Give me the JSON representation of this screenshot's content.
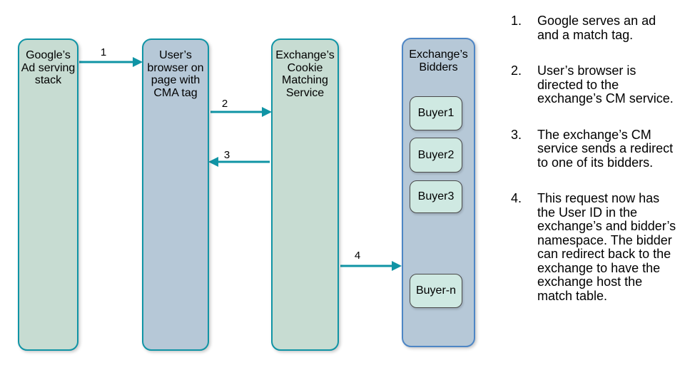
{
  "diagram": {
    "columns": [
      {
        "title": "Google’s\nAd serving\nstack"
      },
      {
        "title": "User’s\nbrowser on\npage with\nCMA tag"
      },
      {
        "title": "Exchange’s\nCookie\nMatching\nService"
      },
      {
        "title": "Exchange’s\nBidders"
      }
    ],
    "bidders": [
      "Buyer1",
      "Buyer2",
      "Buyer3",
      "Buyer-n"
    ],
    "arrow_labels": [
      "1",
      "2",
      "3",
      "4"
    ]
  },
  "steps": [
    {
      "number": "1.",
      "text": "Google serves an ad and a match tag."
    },
    {
      "number": "2.",
      "text": "User’s browser is directed to the exchange’s CM service."
    },
    {
      "number": "3.",
      "text": "The exchange’s CM service sends a redirect to one of its bidders."
    },
    {
      "number": "4.",
      "text": "This request now has the User ID in the exchange’s and bidder’s namespace. The bidder can redirect back to the exchange to have the exchange host the match table."
    }
  ],
  "colors": {
    "teal_accent": "#1094a5",
    "green_fill": "#c7dcd2",
    "blue_fill": "#b6c8d7",
    "blue_border": "#4e86c5",
    "bidder_fill": "#cfe9e2",
    "bidder_border": "#4a4a4a",
    "text": "#000000"
  }
}
